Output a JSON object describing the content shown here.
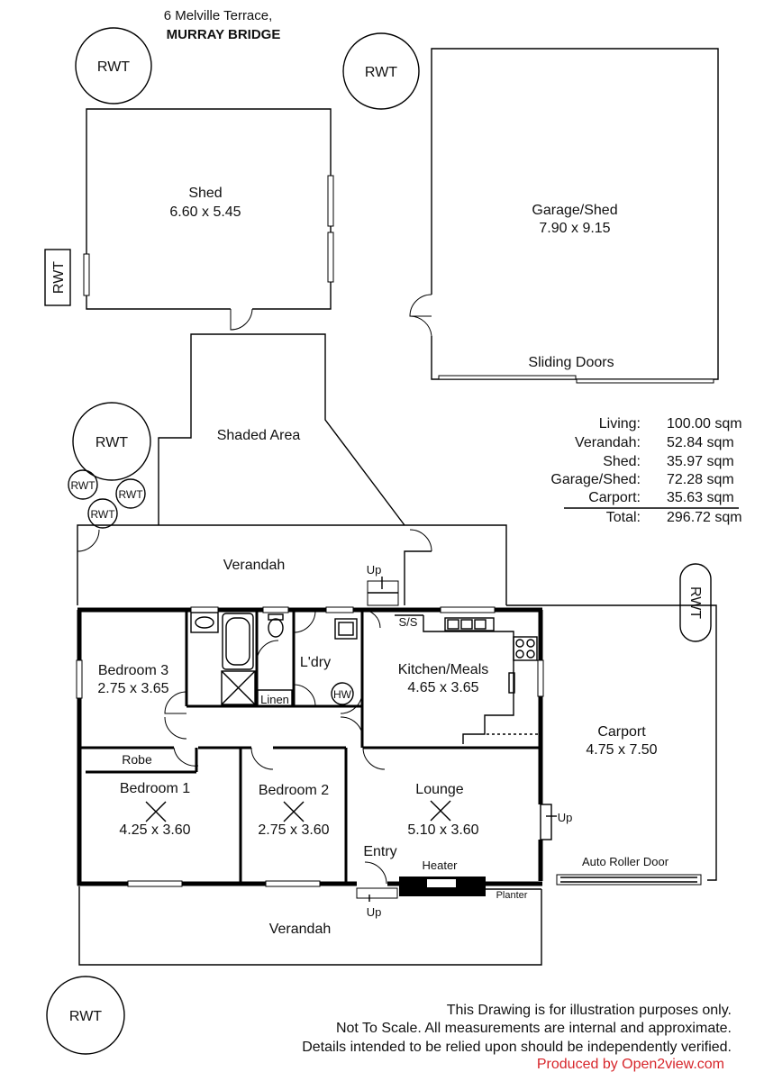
{
  "address": {
    "street": "6 Melville Terrace,",
    "suburb": "MURRAY BRIDGE"
  },
  "rooms": {
    "shed": {
      "name": "Shed",
      "size": "6.60 x 5.45"
    },
    "garage": {
      "name": "Garage/Shed",
      "size": "7.90 x 9.15",
      "doors": "Sliding Doors"
    },
    "shaded": {
      "name": "Shaded Area"
    },
    "verandah_back": {
      "name": "Verandah"
    },
    "verandah_front": {
      "name": "Verandah"
    },
    "bed3": {
      "name": "Bedroom 3",
      "size": "2.75 x 3.65"
    },
    "laundry": {
      "name": "L'dry"
    },
    "linen": {
      "name": "Linen"
    },
    "hw": {
      "name": "HW"
    },
    "kitchen": {
      "name": "Kitchen/Meals",
      "size": "4.65 x 3.65"
    },
    "ss": {
      "name": "S/S"
    },
    "carport": {
      "name": "Carport",
      "size": "4.75 x 7.50"
    },
    "robe": {
      "name": "Robe"
    },
    "bed1": {
      "name": "Bedroom 1",
      "size": "4.25 x 3.60"
    },
    "bed2": {
      "name": "Bedroom 2",
      "size": "2.75 x 3.60"
    },
    "lounge": {
      "name": "Lounge",
      "size": "5.10 x 3.60"
    },
    "entry": {
      "name": "Entry"
    },
    "heater": {
      "name": "Heater"
    },
    "planter": {
      "name": "Planter"
    },
    "roller": {
      "name": "Auto Roller Door"
    }
  },
  "up_labels": {
    "back": "Up",
    "carport": "Up",
    "front": "Up"
  },
  "rwt": "RWT",
  "areas": [
    {
      "label": "Living:",
      "value": "100.00 sqm"
    },
    {
      "label": "Verandah:",
      "value": "52.84 sqm"
    },
    {
      "label": "Shed:",
      "value": "35.97 sqm"
    },
    {
      "label": "Garage/Shed:",
      "value": "72.28 sqm"
    },
    {
      "label": "Carport:",
      "value": "35.63 sqm"
    },
    {
      "label": "Total:",
      "value": "296.72 sqm"
    }
  ],
  "disclaimer": [
    "This Drawing is for illustration purposes only.",
    "Not To Scale. All measurements are internal and approximate.",
    "Details intended to be relied upon should be independently verified."
  ],
  "producer": "Produced by Open2view.com",
  "colors": {
    "producer": "#d7262b"
  }
}
